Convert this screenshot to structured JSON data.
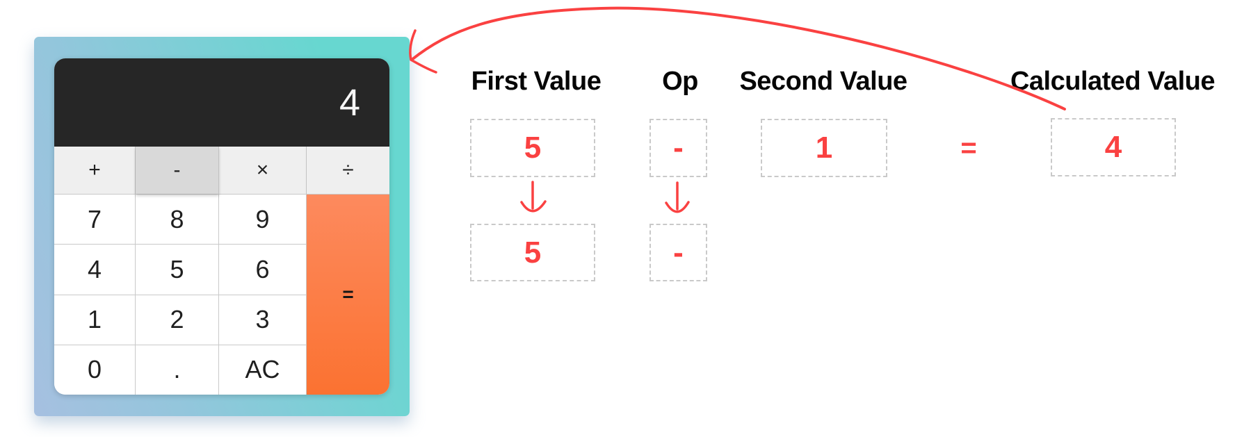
{
  "calculator": {
    "display_value": "4",
    "operator_keys": [
      "+",
      "-",
      "×",
      "÷"
    ],
    "selected_operator": "-",
    "digit_rows": [
      [
        "7",
        "8",
        "9"
      ],
      [
        "4",
        "5",
        "6"
      ],
      [
        "1",
        "2",
        "3"
      ],
      [
        "0",
        ".",
        "AC"
      ]
    ],
    "equals_key": "="
  },
  "mapping": {
    "headers": {
      "first_value": "First Value",
      "op": "Op",
      "second_value": "Second Value",
      "calculated_value": "Calculated Value"
    },
    "row1": {
      "first_value": "5",
      "op": "-",
      "second_value": "1",
      "equals_symbol": "=",
      "calculated_value": "4"
    },
    "row2": {
      "first_value": "5",
      "op": "-"
    }
  },
  "colors": {
    "accent_red": "#fa4141",
    "panel_teal": "#67d7d0",
    "panel_mid": "#93c6dc",
    "panel_blue": "#a6c0e0",
    "display_bg": "#262626",
    "op_row_bg": "#efefef",
    "op_selected_bg": "#d9d9d9",
    "equals_orange_top": "#fd8a5e",
    "equals_orange_bottom": "#fb7231"
  }
}
